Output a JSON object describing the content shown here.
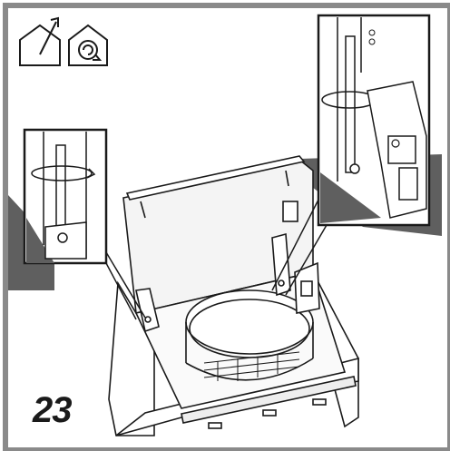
{
  "figure": {
    "step_number": "23",
    "icons": [
      "ducted-exhaust-icon",
      "recirculation-icon"
    ],
    "callouts": [
      "left-screw-detail",
      "right-screw-detail"
    ],
    "colors": {
      "frame": "#8a8a8a",
      "shadow": "#5f5f5f",
      "line": "#1a1a1a"
    }
  }
}
